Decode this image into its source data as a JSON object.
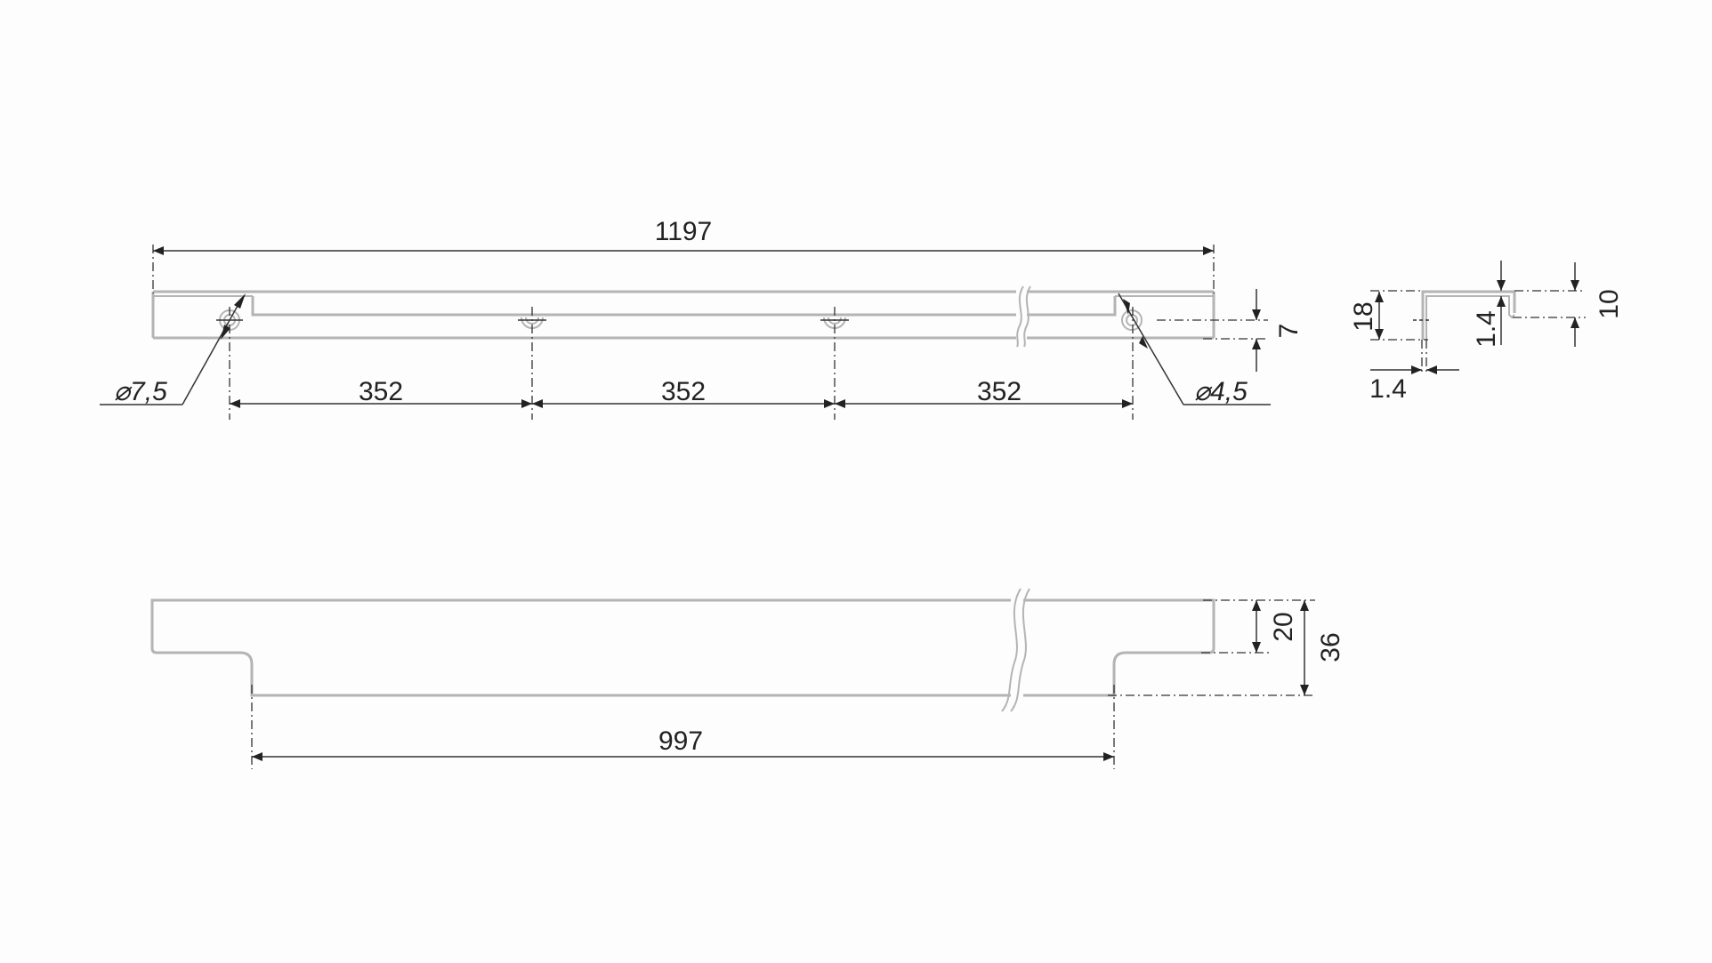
{
  "drawing": {
    "top_view": {
      "overall_length": "1197",
      "hole_spacing": [
        "352",
        "352",
        "352"
      ],
      "hole_large_diameter": "⌀7,5",
      "hole_small_diameter": "⌀4,5",
      "hole_offset": "7"
    },
    "profile_section": {
      "height": "18",
      "wall_thickness_side": "1.4",
      "wall_thickness_top": "1.4",
      "lip_height": "10"
    },
    "front_view": {
      "inner_length": "997",
      "top_height": "20",
      "total_height": "36"
    },
    "colors": {
      "part_outline": "#b4b4b4",
      "dimension": "#333333",
      "background": "#fdfdfd"
    }
  }
}
